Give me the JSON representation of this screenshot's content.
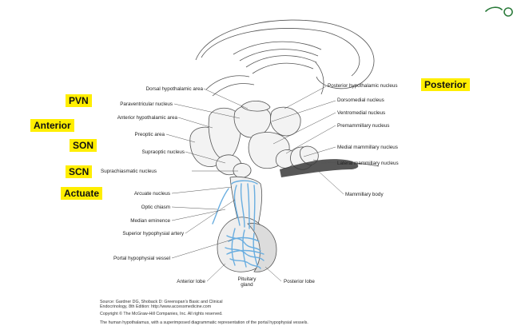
{
  "labels": {
    "dorsal": "Dorsal hypothalamic area",
    "paraventricular": "Paraventricular nucleus",
    "anterior_area": "Anterior hypothalamic area",
    "preoptic": "Preoptic area",
    "supraoptic": "Supraoptic nucleus",
    "suprachiasmatic": "Suprachiasmatic nucleus",
    "arcuate": "Arcuate nucleus",
    "optic_chiasm": "Optic chiasm",
    "median_eminence": "Median eminence",
    "superior_artery": "Superior hypophysial artery",
    "portal_vessel": "Portal hypophysial vessel",
    "anterior_lobe": "Anterior lobe",
    "pituitary": "Pituitary gland",
    "posterior_lobe": "Posterior lobe",
    "posterior_nucleus": "Posterior hypothalamic nucleus",
    "dorsomedial": "Dorsomedial nucleus",
    "ventromedial": "Ventromedial nucleus",
    "premammillary": "Premammillary nucleus",
    "medial_mammillary": "Medial mammillary nucleus",
    "lateral_mammillary": "Lateral mammillary nucleus",
    "mammillary_body": "Mammillary body"
  },
  "highlights": {
    "pvn": "PVN",
    "anterior": "Anterior",
    "son": "SON",
    "scn": "SCN",
    "actuate": "Actuate",
    "posterior": "Posterior"
  },
  "source": {
    "line1": "Source: Gardner DG, Shoback D: Greenspan's Basic and Clinical",
    "line2": "Endocrinology, 8th Edition: http://www.accessmedicine.com",
    "line3": "Copyright © The McGraw-Hill Companies, Inc. All rights reserved.",
    "line4": "The human hypothalamus, with a superimposed diagrammatic representation of the portal hypophysial vessels."
  },
  "colors": {
    "highlight": "#ffee00",
    "vessel": "#6aaee0",
    "ink": "#333333"
  }
}
